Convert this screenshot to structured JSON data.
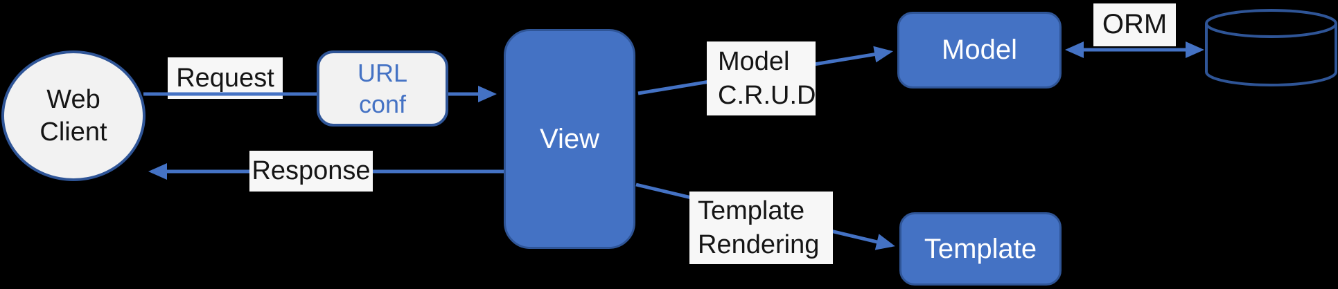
{
  "diagram": {
    "nodes": {
      "web_client": {
        "label_line1": "Web",
        "label_line2": "Client"
      },
      "url_conf": {
        "label_line1": "URL",
        "label_line2": "conf"
      },
      "view": {
        "label": "View"
      },
      "model": {
        "label": "Model"
      },
      "template": {
        "label": "Template"
      },
      "database": {
        "icon": "database-cylinder-icon"
      }
    },
    "edges": {
      "request": {
        "label": "Request"
      },
      "response": {
        "label": "Response"
      },
      "model_crud": {
        "label_line1": "Model",
        "label_line2": "C.R.U.D"
      },
      "template_rendering": {
        "label_line1": "Template",
        "label_line2": "Rendering"
      },
      "orm": {
        "label": "ORM"
      }
    }
  },
  "colors": {
    "background": "#000000",
    "accent_blue": "#4472C4",
    "dark_blue_border": "#2F5597",
    "light_fill": "#F2F2F2",
    "label_bg": "#F7F7F7",
    "text_dark": "#151515",
    "text_white": "#FFFFFF"
  }
}
